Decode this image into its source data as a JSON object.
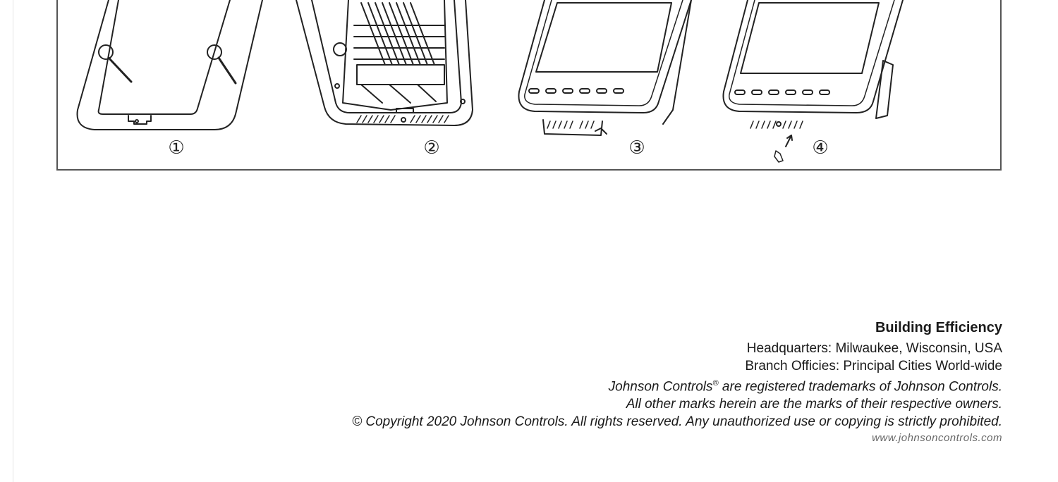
{
  "figure": {
    "steps": [
      "①",
      "②",
      "③",
      "④"
    ]
  },
  "footer": {
    "company": "Building Efficiency",
    "headquarters": "Headquarters: Milwaukee, Wisconsin, USA",
    "branches": "Branch Officies: Principal Cities World-wide",
    "trademark_pre": "Johnson Controls",
    "trademark_sup": "®",
    "trademark_post": " are registered trademarks of Johnson Controls.",
    "other_marks": "All other marks herein are the marks of their respective owners.",
    "copyright": "© Copyright 2020 Johnson Controls. All rights reserved. Any unauthorized use or copying is strictly prohibited.",
    "website": "www.johnsoncontrols.com"
  }
}
